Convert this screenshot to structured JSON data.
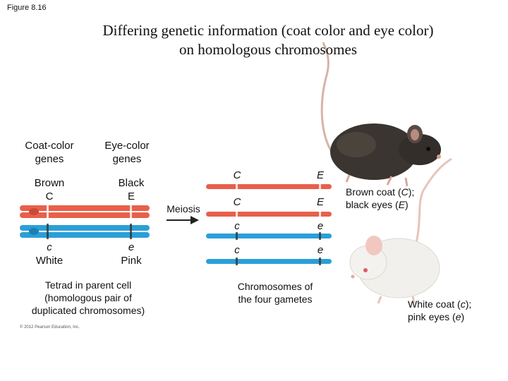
{
  "figure_label": "Figure 8.16",
  "title_line1": "Differing genetic information (coat color and eye color)",
  "title_line2": "on homologous chromosomes",
  "coat_header": [
    "Coat-color",
    "genes"
  ],
  "eye_header": [
    "Eye-color",
    "genes"
  ],
  "brown": "Brown",
  "allele_C": "C",
  "black": "Black",
  "allele_E": "E",
  "allele_c": "c",
  "white": "White",
  "allele_e": "e",
  "pink": "Pink",
  "meiosis": "Meiosis",
  "tetrad_caption": [
    "Tetrad in parent cell",
    "(homologous pair of",
    "duplicated chromosomes)"
  ],
  "gametes_caption": [
    "Chromosomes of",
    "the four gametes"
  ],
  "brown_mouse_caption": {
    "l1a": "Brown coat (",
    "l1b": ");",
    "l2a": "black eyes (",
    "l2b": ")"
  },
  "white_mouse_caption": {
    "l1a": "White coat (",
    "l1b": ");",
    "l2a": "pink eyes (",
    "l2b": ")"
  },
  "copyright": "© 2012 Pearson Education, Inc.",
  "colors": {
    "red_chrom": "#e8604a",
    "blue_chrom": "#2a9fd8",
    "brown_mouse": "#3a3530",
    "white_mouse": "#f2f0ec"
  },
  "icons": {
    "arrow": "right-arrow-icon",
    "brown_mouse": "brown-mouse-icon",
    "white_mouse": "white-mouse-icon"
  }
}
